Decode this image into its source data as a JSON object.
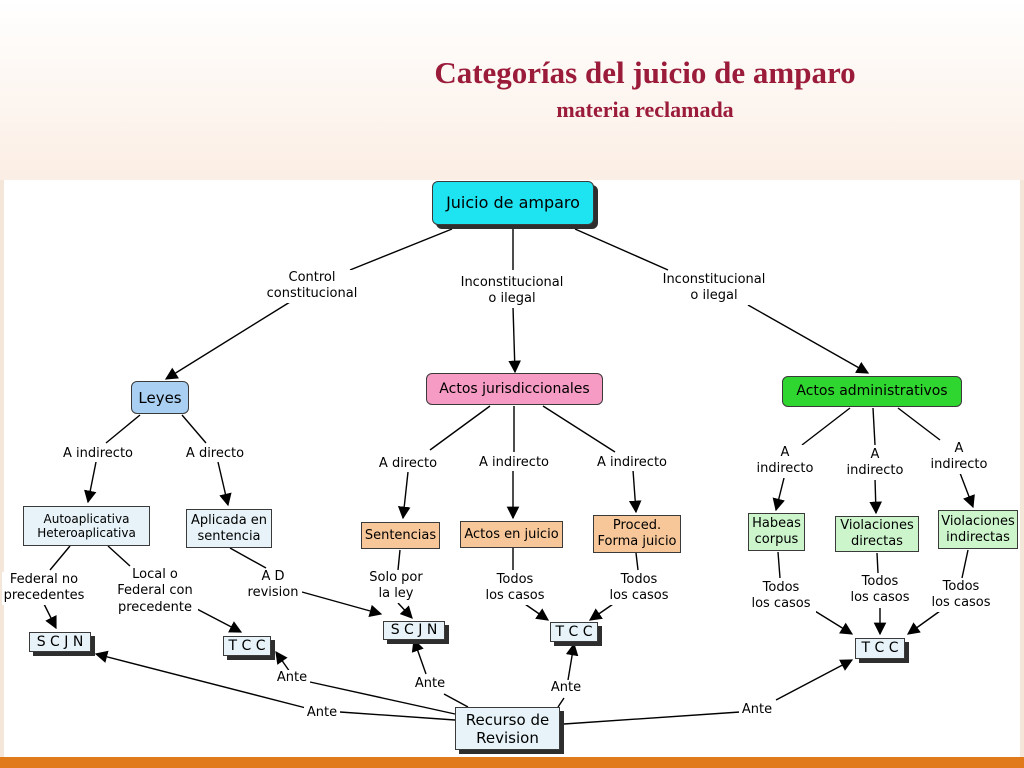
{
  "title": "Categorías del juicio de amparo",
  "subtitle": "materia reclamada",
  "colors": {
    "title": "#9b1b3a",
    "root": "#1ee3f0",
    "leyes": "#a9cff2",
    "jurisdiccionales": "#f59bc4",
    "administrativos": "#2fd62f",
    "peach": "#f7c79a",
    "lightgreen": "#ccf5cc",
    "lightblue": "#e7f3f8",
    "bottom_bar": "#e07a1b"
  },
  "nodes": {
    "root": "Juicio de amparo",
    "leyes": "Leyes",
    "actos_jurisdiccionales": "Actos jurisdiccionales",
    "actos_administrativos": "Actos administrativos",
    "autoaplicativa": "Autoaplicativa\nHeteroaplicativa",
    "aplicada_sentencia": "Aplicada en\nsentencia",
    "sentencias": "Sentencias",
    "actos_en_juicio": "Actos en juicio",
    "proced_forma": "Proced.\nForma juicio",
    "habeas_corpus": "Habeas\ncorpus",
    "violaciones_directas": "Violaciones\ndirectas",
    "violaciones_indirectas": "Violaciones\nindirectas",
    "scjn_left": "S C J N",
    "tcc_left": "T C C",
    "scjn_mid": "S C J N",
    "tcc_mid": "T C C",
    "tcc_right": "T C C",
    "recurso": "Recurso de\nRevision"
  },
  "labels": {
    "control_constitucional": "Control\nconstitucional",
    "inconst_mid": "Inconstitucional\no ilegal",
    "inconst_right": "Inconstitucional\no ilegal",
    "leyes_indirecto": "A indirecto",
    "leyes_directo": "A directo",
    "jur_directo": "A directo",
    "jur_indirecto_1": "A indirecto",
    "jur_indirecto_2": "A indirecto",
    "adm_indirecto_1": "A\nindirecto",
    "adm_indirecto_2": "A\nindirecto",
    "adm_indirecto_3": "A\nindirecto",
    "federal_no_precedentes": "Federal no\nprecedentes",
    "local_federal": "Local o\nFederal con\nprecedente",
    "a_d_revision": "A D\nrevision",
    "solo_por_ley": "Solo por\nla ley",
    "todos_1": "Todos\nlos casos",
    "todos_2": "Todos\nlos casos",
    "todos_3": "Todos\nlos casos",
    "todos_4": "Todos\nlos casos",
    "todos_5": "Todos\nlos casos",
    "ante_1": "Ante",
    "ante_2": "Ante",
    "ante_3": "Ante",
    "ante_4": "Ante",
    "ante_5": "Ante"
  }
}
